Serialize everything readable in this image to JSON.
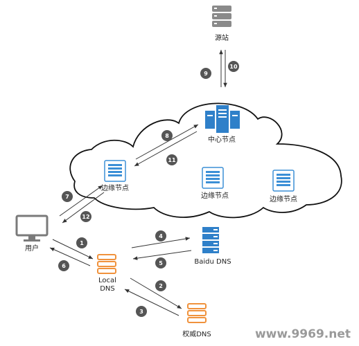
{
  "nodes": {
    "origin": "源站",
    "center": "中心节点",
    "edge_left": "边缘节点",
    "edge_mid": "边缘节点",
    "edge_right": "边缘节点",
    "user": "用户",
    "local_dns_line1": "Local",
    "local_dns_line2": "DNS",
    "baidu_dns": "Baidu DNS",
    "auth_dns": "权威DNS"
  },
  "steps": [
    "1",
    "2",
    "3",
    "4",
    "5",
    "6",
    "7",
    "8",
    "9",
    "10",
    "11",
    "12"
  ],
  "watermark": "www.9969.net",
  "colors": {
    "server_gray": "#8a8a8a",
    "server_blue": "#2f80c9",
    "server_orange": "#f0923c",
    "badge": "#555555",
    "cloud_stroke": "#111111",
    "arrow": "#333333"
  }
}
